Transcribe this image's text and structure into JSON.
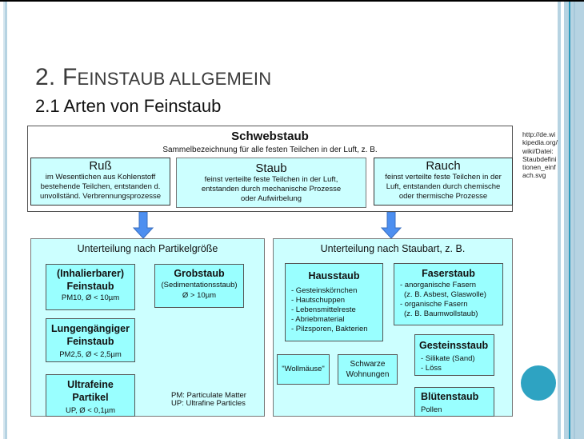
{
  "slide": {
    "title_num": "2. ",
    "title_first": "F",
    "title_rest": "EINSTAUB ALLGEMEIN",
    "subtitle": "2.1 Arten von Feinstaub"
  },
  "source_note": "http://de.wikipedia.org/wiki/Datei:Staubdefinitionen_einfach.svg",
  "colors": {
    "box_fill": "#ccffff",
    "inner_fill": "#99ffff",
    "arrow": "#4d8ff0",
    "accent_circle": "#2ea3c2",
    "stripe": "#b6d3e2"
  },
  "schwebstaub": {
    "title": "Schwebstaub",
    "subtitle": "Sammelbezeichnung für alle festen Teilchen in der Luft, z. B.",
    "types": [
      {
        "name": "Ruß",
        "lines": [
          "im Wesentlichen aus Kohlenstoff",
          "bestehende Teilchen, entstanden d.",
          "unvollständ. Verbrennungsprozesse"
        ]
      },
      {
        "name": "Staub",
        "lines": [
          "feinst verteilte feste Teilchen in der Luft,",
          "entstanden durch mechanische Prozesse",
          "oder Aufwirbelung"
        ]
      },
      {
        "name": "Rauch",
        "lines": [
          "feinst verteilte feste Teilchen in der",
          "Luft, entstanden durch chemische",
          "oder thermische Prozesse"
        ]
      }
    ]
  },
  "by_size": {
    "title": "Unterteilung nach Partikelgröße",
    "items": [
      {
        "name_lines": [
          "(Inhalierbarer)",
          "Feinstaub"
        ],
        "detail": "PM10, Ø < 10µm"
      },
      {
        "name_lines": [
          "Grobstaub"
        ],
        "note": "(Sedimentationsstaub)",
        "detail": "Ø > 10µm"
      },
      {
        "name_lines": [
          "Lungengängiger",
          "Feinstaub"
        ],
        "detail": "PM2,5, Ø < 2,5µm"
      },
      {
        "name_lines": [
          "Ultrafeine",
          "Partikel"
        ],
        "detail": "UP, Ø < 0,1µm"
      }
    ],
    "legend": [
      "PM: Particulate Matter",
      "UP: Ultrafine Particles"
    ]
  },
  "by_type": {
    "title": "Unterteilung nach Staubart, z. B.",
    "hausstaub": {
      "name": "Hausstaub",
      "items": [
        "- Gesteinskörnchen",
        "- Hautschuppen",
        "- Lebensmittelreste",
        "- Abriebmaterial",
        "- Pilzsporen, Bakterien"
      ]
    },
    "faserstaub": {
      "name": "Faserstaub",
      "items": [
        "- anorganische Fasern",
        "(z. B. Asbest, Glaswolle)",
        "- organische Fasern",
        "(z. B. Baumwollstaub)"
      ]
    },
    "wollmaeuse": "\"Wollmäuse\"",
    "schwarze": [
      "Schwarze",
      "Wohnungen"
    ],
    "gesteinsstaub": {
      "name": "Gesteinsstaub",
      "items": [
        "- Silikate (Sand)",
        "- Löss"
      ]
    },
    "bluetenstaub": {
      "name": "Blütenstaub",
      "items": [
        "Pollen"
      ]
    }
  }
}
